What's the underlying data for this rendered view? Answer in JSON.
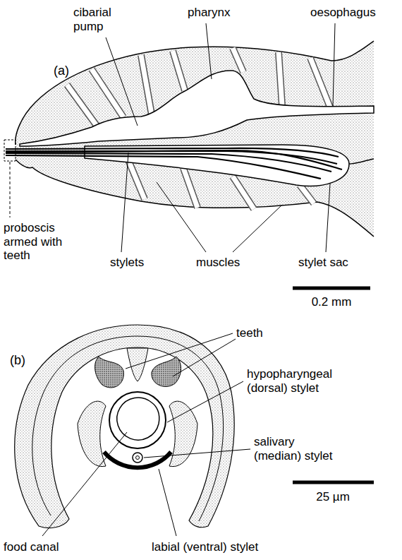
{
  "diagram": {
    "labels": [
      "(a)",
      "cibarial pump",
      "pharynx",
      "oesophagus",
      "proboscis armed with teeth",
      "stylets",
      "muscles",
      "stylet sac",
      "0.2 mm",
      "(b)",
      "teeth",
      "hypopharyngeal (dorsal) stylet",
      "salivary (median) stylet",
      "food canal",
      "labial (ventral) stylet",
      "25 µm"
    ]
  }
}
